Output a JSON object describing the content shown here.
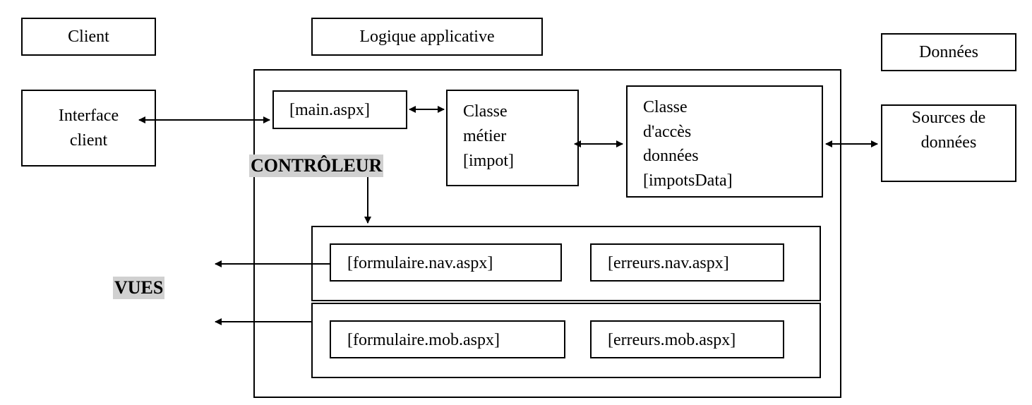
{
  "tiers": {
    "client": "Client",
    "logic": "Logique applicative",
    "data": "Données"
  },
  "nodes": {
    "interface_client": "Interface\nclient",
    "main": "[main.aspx]",
    "metier": "Classe\nmétier\n[impot]",
    "acces": "Classe\nd'accès\ndonnées\n[impotsData]",
    "sources": "Sources de\ndonnées",
    "form_nav": "[formulaire.nav.aspx]",
    "err_nav": "[erreurs.nav.aspx]",
    "form_mob": "[formulaire.mob.aspx]",
    "err_mob": "[erreurs.mob.aspx]"
  },
  "tags": {
    "controleur": "CONTRÔLEUR",
    "vues": "VUES"
  },
  "colors": {
    "line": "#000000",
    "tag_bg": "#d0d0d0"
  }
}
